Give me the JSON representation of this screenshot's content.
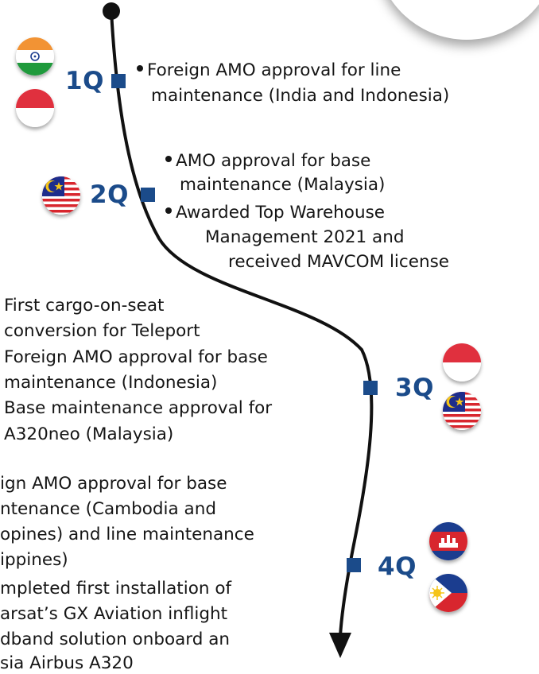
{
  "milestones": [
    {
      "quarter": "1Q",
      "flags": [
        "india-flag",
        "indonesia-flag"
      ],
      "lines": [
        "Foreign AMO approval for line",
        "maintenance (India and Indonesia)"
      ]
    },
    {
      "quarter": "2Q",
      "flags": [
        "malaysia-flag"
      ],
      "lines": [
        "AMO approval for base",
        "maintenance (Malaysia)",
        "Awarded Top Warehouse",
        "Management 2021 and",
        "received MAVCOM license"
      ]
    },
    {
      "quarter": "3Q",
      "flags": [
        "indonesia-flag",
        "malaysia-flag"
      ],
      "lines": [
        "First cargo-on-seat",
        "conversion for Teleport",
        "Foreign AMO approval for base",
        "maintenance (Indonesia)",
        "Base maintenance approval for",
        "A320neo (Malaysia)"
      ]
    },
    {
      "quarter": "4Q",
      "flags": [
        "cambodia-flag",
        "philippines-flag"
      ],
      "lines": [
        "ign AMO approval for base",
        "ntenance (Cambodia and",
        "opines) and line maintenance",
        "ippines)",
        "mpleted first installation of",
        "arsat’s GX Aviation inflight",
        "dband solution onboard an",
        "sia Airbus A320"
      ]
    }
  ],
  "colors": {
    "accent": "#1b4b8a",
    "line": "#111111"
  }
}
